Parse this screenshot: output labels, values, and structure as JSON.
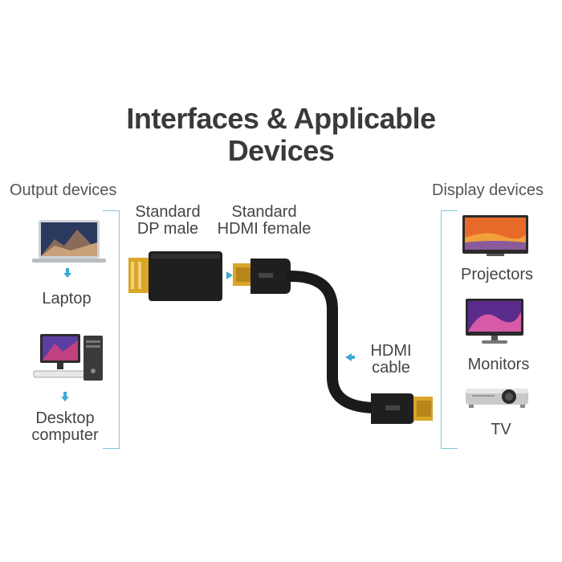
{
  "title": {
    "line1": "Interfaces & Applicable",
    "line2": "Devices"
  },
  "left": {
    "heading": "Output devices",
    "items": [
      {
        "label": "Laptop"
      },
      {
        "label_line1": "Desktop",
        "label_line2": "computer"
      }
    ]
  },
  "center": {
    "dp": {
      "line1": "Standard",
      "line2": "DP male"
    },
    "hdmi_female": {
      "line1": "Standard",
      "line2": "HDMI female"
    },
    "cable": {
      "line1": "HDMI",
      "line2": "cable"
    }
  },
  "right": {
    "heading": "Display devices",
    "items": [
      {
        "label": "Projectors"
      },
      {
        "label": "Monitors"
      },
      {
        "label": "TV"
      }
    ]
  },
  "colors": {
    "accent": "#3fa8d6",
    "gold": "#d9a628",
    "black": "#1a1a1a"
  }
}
